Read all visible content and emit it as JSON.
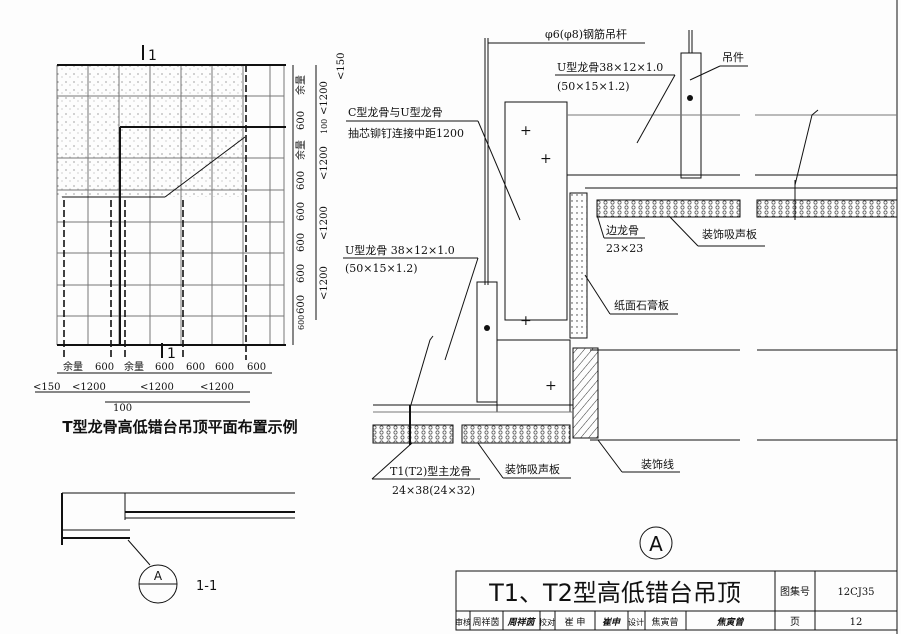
{
  "plan": {
    "title": "T型龙骨高低错台吊顶平面布置示例",
    "section_mark": "1",
    "right_dims_600": [
      "600",
      "600",
      "600",
      "600",
      "600",
      "600"
    ],
    "right_dims_1200": [
      "<1200",
      "<1200",
      "<1200",
      "<1200"
    ],
    "right_top": "<150",
    "right_margin_labels": [
      "余量",
      "余量"
    ],
    "right_gap": "100",
    "bottom_row1": [
      "余量",
      "600",
      "余量",
      "600",
      "600",
      "600",
      "600"
    ],
    "bottom_row2": [
      "<150",
      "<1200",
      "<1200",
      "<1200"
    ],
    "bottom_gap": "100"
  },
  "section": {
    "callout": "A",
    "label": "1-1"
  },
  "detail": {
    "callout": "A",
    "labels": {
      "rod": "φ6(φ8)钢筋吊杆",
      "u_keel_top": "U型龙骨38×12×1.0",
      "u_keel_top_alt": "(50×15×1.2)",
      "hanger": "吊件",
      "c_u_conn1": "C型龙骨与U型龙骨",
      "c_u_conn2": "抽芯铆钉连接中距1200",
      "edge_keel": "边龙骨",
      "edge_keel_size": "23×23",
      "panel_top": "装饰吸声板",
      "u_keel_low": "U型龙骨 38×12×1.0",
      "u_keel_low_alt": "(50×15×1.2)",
      "gypsum": "纸面石膏板",
      "main_keel": "T1(T2)型主龙骨",
      "main_keel_size": "24×38(24×32)",
      "panel_low": "装饰吸声板",
      "trim": "装饰线"
    }
  },
  "title_block": {
    "title": "T1、T2型高低错台吊顶",
    "atlas_label": "图集号",
    "atlas_no": "12CJ35",
    "page_label": "页",
    "page_no": "12",
    "review_label": "审核",
    "reviewer": "周祥茵",
    "reviewer_sig": "周祥茵",
    "check_label": "校对",
    "checker": "崔 申",
    "checker_sig": "崔申",
    "design_label": "设计",
    "designer": "焦寅曾",
    "designer_sig": "焦寅曾"
  }
}
